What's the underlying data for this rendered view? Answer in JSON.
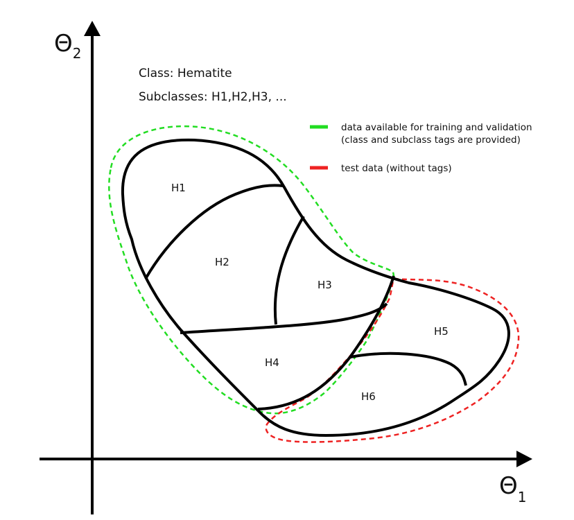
{
  "axes": {
    "y_symbol": "Θ",
    "y_subscript": "2",
    "x_symbol": "Θ",
    "x_subscript": "1"
  },
  "info": {
    "class_line": "Class: Hematite",
    "subclasses_line": "Subclasses: H1,H2,H3, ..."
  },
  "legend": {
    "items": [
      {
        "lines": [
          "data available for training and validation",
          "(class and subclass tags are provided)"
        ],
        "color": "#22dd22"
      },
      {
        "lines": [
          "test data (without tags)"
        ],
        "color": "#ee2222"
      }
    ]
  },
  "regions": {
    "labels": [
      "H1",
      "H2",
      "H3",
      "H4",
      "H5",
      "H6"
    ]
  },
  "colors": {
    "outline": "#000000",
    "training_boundary": "#22dd22",
    "test_boundary": "#ee2222"
  }
}
